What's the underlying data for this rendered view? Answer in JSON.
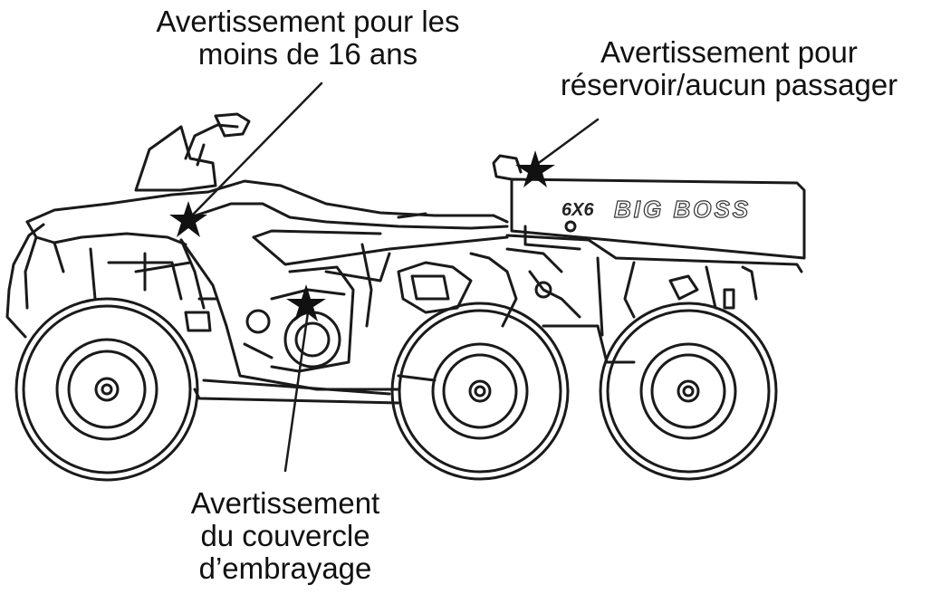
{
  "callouts": {
    "under16": {
      "lines": [
        "Avertissement pour les",
        "moins de 16 ans"
      ]
    },
    "tank": {
      "lines": [
        "Avertissement pour",
        "réservoir/aucun passager"
      ]
    },
    "clutch": {
      "lines": [
        "Avertissement",
        "du couvercle",
        "d’embrayage"
      ]
    }
  },
  "vehicle": {
    "decal_model": "6X6",
    "decal_name": "BIG BOSS"
  },
  "colors": {
    "ink": "#111111",
    "paper": "#ffffff"
  }
}
